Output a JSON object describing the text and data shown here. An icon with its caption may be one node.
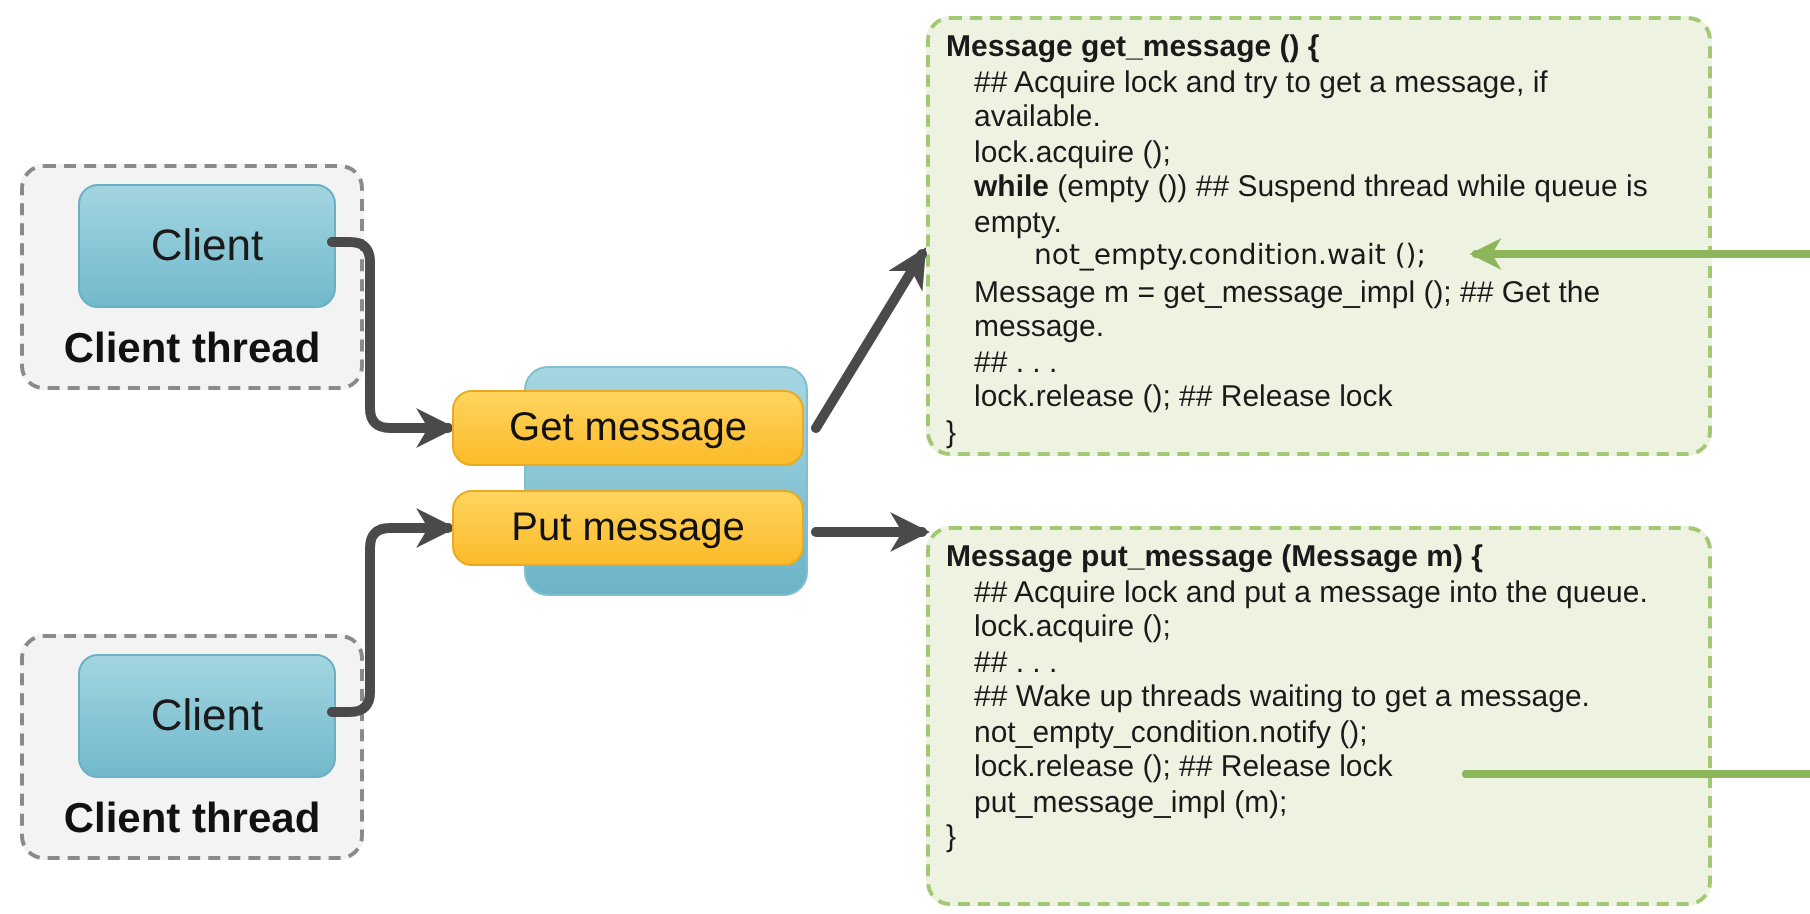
{
  "diagram": {
    "nodes": [
      {
        "text": [
          "Client thread"
        ]
      },
      {
        "text": [
          "Client"
        ],
        "in": 0
      },
      {
        "text": [
          "Message get_message () {",
          "## Acquire lock and try to get a message, if available.",
          "lock.acquire ();",
          "**while** (empty ()) ## Suspend thread while queue is empty.",
          "not_empty.condition.wait ();",
          "Message m = get_message_impl (); ## Get the message.",
          "## . . .",
          "lock.release (); ## Release lock",
          "}"
        ]
      },
      {
        "text": [],
        "shape": "box"
      },
      {
        "text": [
          "Get message"
        ]
      },
      {
        "text": [
          "Put message"
        ]
      },
      {
        "text": [
          "Message put_message (Message m) {",
          "## Acquire lock and put a message into the queue.",
          "lock.acquire ();",
          "## . . .",
          "## Wake up threads waiting to get a message.",
          "not_empty_condition.notify ();",
          "lock.release (); ## Release lock",
          "put_message_impl (m);",
          "}"
        ]
      },
      {
        "text": [
          "Client thread"
        ]
      },
      {
        "text": [
          "Client"
        ],
        "in": 7
      }
    ],
    "edges": [
      {
        "from": 1,
        "to": 4,
        "arrow": "to"
      },
      {
        "from": 8,
        "to": 5,
        "arrow": "to"
      },
      {
        "from": 4,
        "to": 2,
        "arrow": "to"
      },
      {
        "from": 5,
        "to": 6,
        "arrow": "to"
      },
      {
        "from": null,
        "to": 2,
        "arrow": "to",
        "color": "#8db55a"
      },
      {
        "from": 6,
        "to": null,
        "arrow": "none",
        "color": "#8db55a"
      }
    ]
  }
}
